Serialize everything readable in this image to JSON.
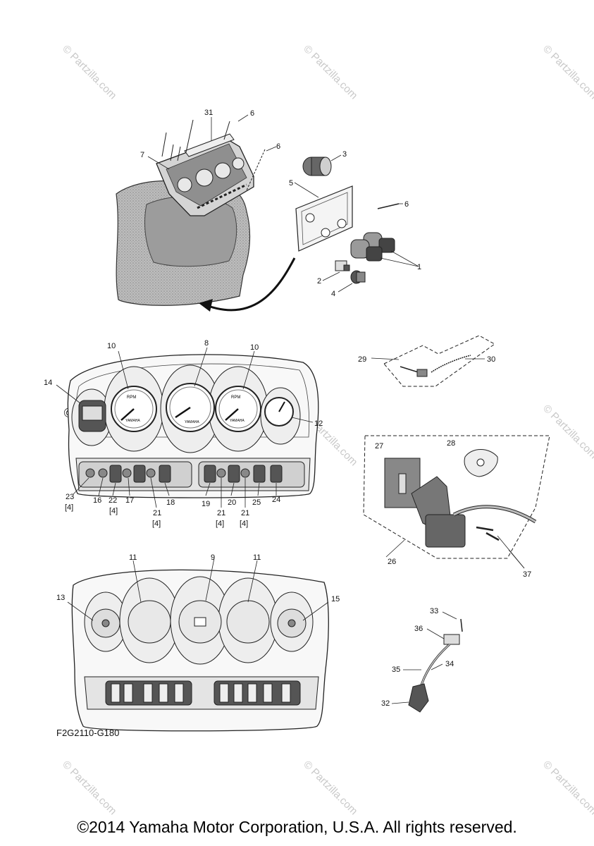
{
  "diagram_code": "F2G2110-G180",
  "copyright": "©2014 Yamaha Motor Corporation, U.S.A. All rights reserved.",
  "watermark": "© Partzilla.com",
  "gauge_text": {
    "rpm": "RPM",
    "brand": "YAMAHA"
  },
  "callouts": {
    "c1": "1",
    "c2": "2",
    "c3": "3",
    "c4": "4",
    "c5": "5",
    "c6a": "6",
    "c6b": "6",
    "c6c": "6",
    "c7": "7",
    "c8": "8",
    "c9": "9",
    "c10a": "10",
    "c10b": "10",
    "c11a": "11",
    "c11b": "11",
    "c12": "12",
    "c13": "13",
    "c14": "14",
    "c15": "15",
    "c16": "16",
    "c17": "17",
    "c18": "18",
    "c19": "19",
    "c20": "20",
    "c21a": "21",
    "c21b": "21",
    "c21c": "21",
    "c22": "22",
    "c23": "23",
    "c24": "24",
    "c25": "25",
    "c26": "26",
    "c27": "27",
    "c28": "28",
    "c29": "29",
    "c30": "30",
    "c31": "31",
    "c32": "32",
    "c33": "33",
    "c34": "34",
    "c35": "35",
    "c36": "36",
    "c37": "37"
  },
  "quantities": {
    "q23": "[4]",
    "q22": "[4]",
    "q21a": "[4]",
    "q21b": "[4]",
    "q21c": "[4]"
  }
}
